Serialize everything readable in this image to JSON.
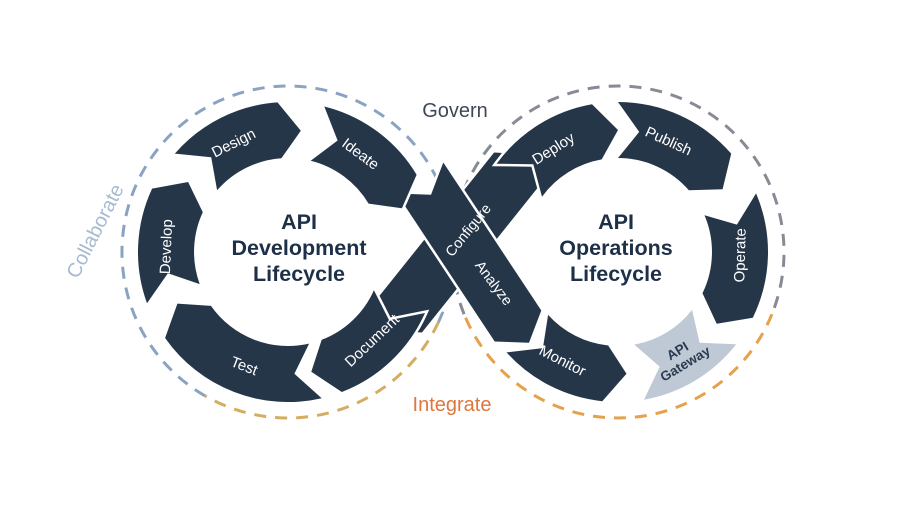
{
  "diagram": {
    "background": "#ffffff",
    "colors": {
      "segment": "#263649",
      "segment_text": "#ffffff",
      "highlight_segment": "#bfc9d6",
      "highlight_text": "#2b3a4e",
      "title_text": "#1e3048",
      "dash_blue": "#8aa3c2",
      "dash_gold": "#d4ad61",
      "dash_gray": "#878b95",
      "dash_orange": "#e5a14b"
    },
    "zones": {
      "govern": {
        "text": "Govern",
        "color": "#3d4857"
      },
      "integrate": {
        "text": "Integrate",
        "color": "#df763b"
      },
      "collaborate": {
        "text": "Collaborate",
        "color": "#a6bbd1"
      }
    },
    "left_cycle": {
      "title_lines": [
        "API",
        "Development",
        "Lifecycle"
      ],
      "segments": [
        {
          "label": "Document"
        },
        {
          "label": "Test"
        },
        {
          "label": "Develop"
        },
        {
          "label": "Design"
        },
        {
          "label": "Ideate"
        }
      ]
    },
    "right_cycle": {
      "title_lines": [
        "API",
        "Operations",
        "Lifecycle"
      ],
      "segments": [
        {
          "label": "Monitor"
        },
        {
          "label": "API\nGateway",
          "highlight": true
        },
        {
          "label": "Operate"
        },
        {
          "label": "Publish"
        },
        {
          "label": "Deploy"
        }
      ]
    },
    "center": {
      "ribbons": [
        {
          "label": "Configure"
        },
        {
          "label": "Analyze"
        }
      ]
    },
    "flow_summary": "Document > Test > Develop > Design > Ideate > Analyze > Monitor; Configure > Deploy > Publish > Operate > API Gateway"
  }
}
